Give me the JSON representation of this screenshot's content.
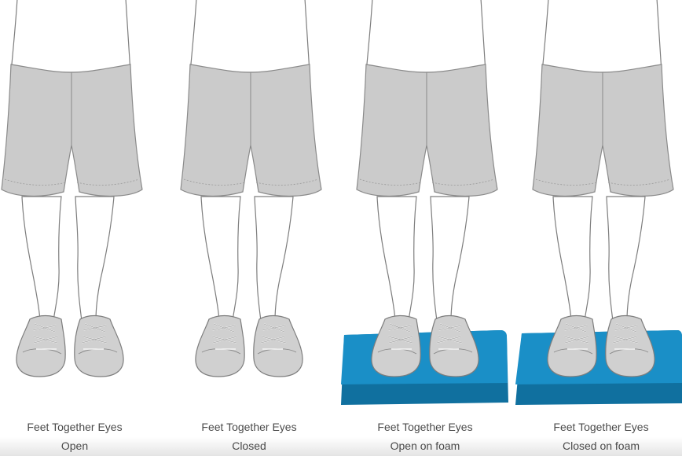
{
  "panels": [
    {
      "line1": "Feet Together Eyes",
      "line2": "Open",
      "foam": false
    },
    {
      "line1": "Feet Together Eyes",
      "line2": "Closed",
      "foam": false
    },
    {
      "line1": "Feet Together Eyes",
      "line2": "Open on foam",
      "foam": true
    },
    {
      "line1": "Feet Together Eyes",
      "line2": "Closed on foam",
      "foam": true
    }
  ],
  "colors": {
    "shirt": "#ffffff",
    "shorts": "#cbcbcb",
    "shoe": "#d0d0d0",
    "outline": "#7d7d7d",
    "foam_top": "#1a8fc7",
    "foam_side": "#10709f",
    "caption": "#4a4a4a"
  }
}
